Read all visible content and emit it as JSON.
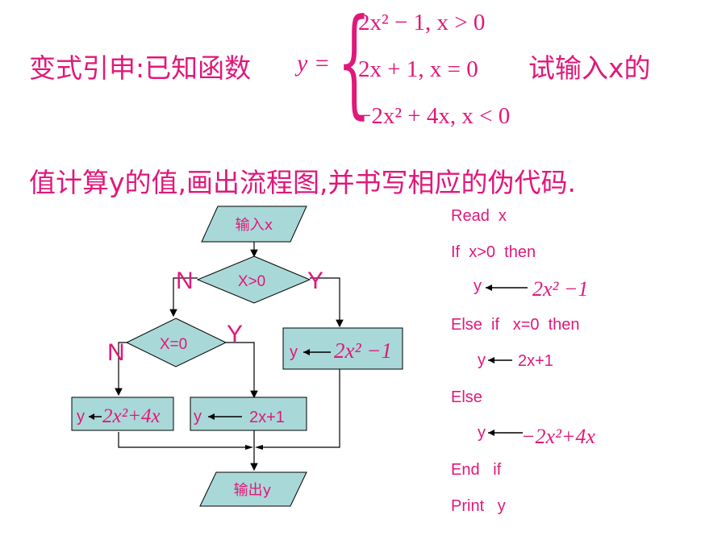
{
  "heading": {
    "line1_prefix": "变式引申:已知函数",
    "function_var": "y =",
    "line1_suffix": "试输入x的",
    "line2": "值计算y的值,画出流程图,并书写相应的伪代码.",
    "cases": [
      {
        "expr": "2x² − 1, x > 0"
      },
      {
        "expr": "2x + 1, x = 0"
      },
      {
        "expr": "−2x² + 4x, x < 0"
      }
    ]
  },
  "flowchart": {
    "input": "输入x",
    "decision1": "X>0",
    "decision2": "X=0",
    "yes": "Y",
    "no": "N",
    "box_pos_var": "y",
    "box_pos_expr": "2x² −1",
    "box_zero_var": "y",
    "box_zero_expr": "2x+1",
    "box_neg_var": "y",
    "box_neg_expr": "2x²+4x",
    "output": "输出y"
  },
  "pseudocode": {
    "lines": [
      "Read  x",
      "If  x>0  then",
      "y",
      "Else  if   x=0  then",
      "y",
      "Else",
      "y",
      "End   if",
      "Print   y"
    ],
    "expr_pos": "2x² −1",
    "expr_zero": "2x+1",
    "expr_neg": "−2x²+4x"
  },
  "colors": {
    "text": "#e0187a",
    "box_fill": "#a9d8d8",
    "line": "#000000"
  }
}
